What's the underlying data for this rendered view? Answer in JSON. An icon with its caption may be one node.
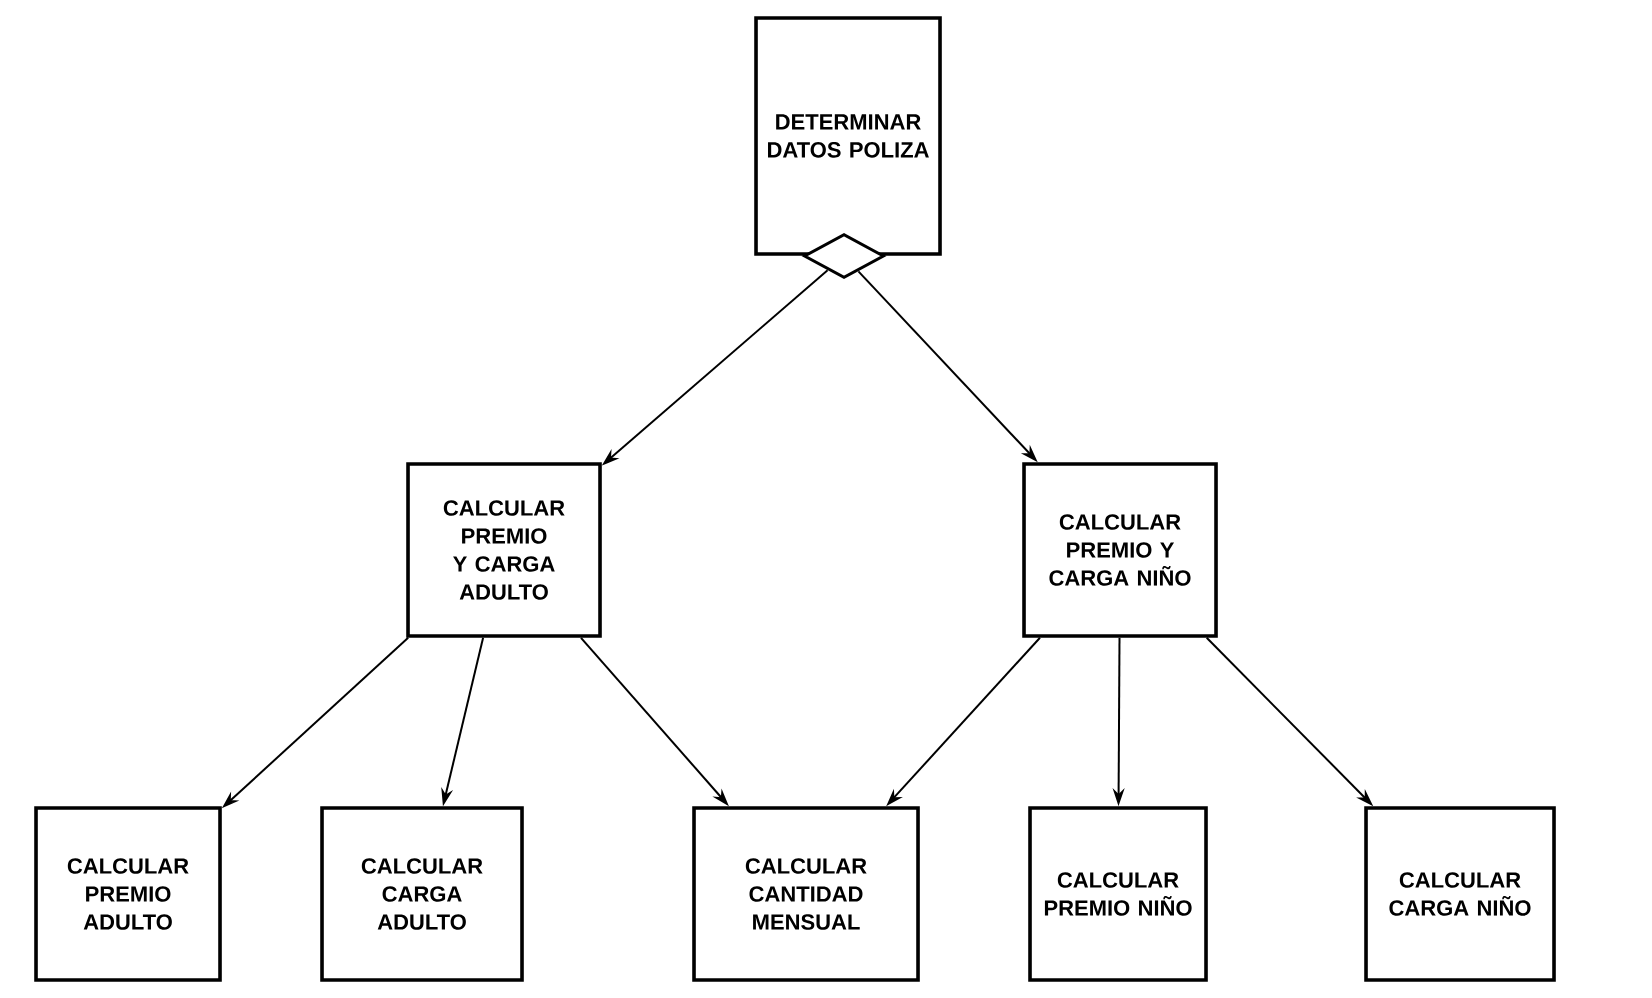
{
  "diagram": {
    "nodes": [
      {
        "text": [
          "DETERMINAR DATOS POLIZA"
        ]
      },
      {
        "text": [],
        "shape": "diamond"
      },
      {
        "text": [
          "CALCULAR PREMIO Y CARGA ADULTO"
        ]
      },
      {
        "text": [
          "CALCULAR PREMIO Y CARGA NIÑO"
        ]
      },
      {
        "text": [
          "CALCULAR PREMIO ADULTO"
        ]
      },
      {
        "text": [
          "CALCULAR CARGA ADULTO"
        ]
      },
      {
        "text": [
          "CALCULAR CANTIDAD MENSUAL"
        ]
      },
      {
        "text": [
          "CALCULAR PREMIO NIÑO"
        ]
      },
      {
        "text": [
          "CALCULAR CARGA NIÑO"
        ]
      }
    ],
    "edges": [
      {
        "from": 1,
        "to": 2,
        "arrow": "to"
      },
      {
        "from": 1,
        "to": 3,
        "arrow": "to"
      },
      {
        "from": 2,
        "to": 4,
        "arrow": "to"
      },
      {
        "from": 2,
        "to": 5,
        "arrow": "to"
      },
      {
        "from": 2,
        "to": 6,
        "arrow": "to"
      },
      {
        "from": 3,
        "to": 6,
        "arrow": "to"
      },
      {
        "from": 3,
        "to": 7,
        "arrow": "to"
      },
      {
        "from": 3,
        "to": 8,
        "arrow": "to"
      }
    ]
  }
}
